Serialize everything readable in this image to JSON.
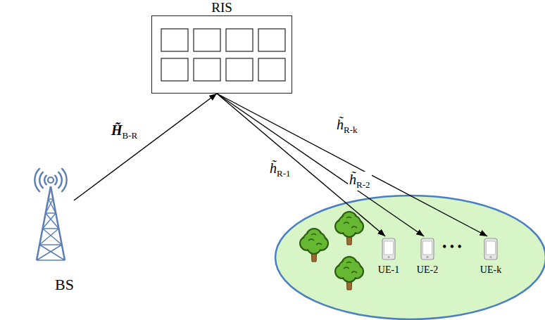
{
  "diagram": {
    "nodes": [
      {
        "text": [
          "RIS"
        ]
      },
      {
        "text": [
          "BS"
        ]
      },
      {
        "text": [
          "UE-1"
        ]
      },
      {
        "text": [
          "UE-2"
        ]
      },
      {
        "text": [
          "UE-k"
        ]
      }
    ],
    "edges": [
      {
        "from": 1,
        "to": 0,
        "arrow": "to",
        "label": "H̃B-R"
      },
      {
        "from": 0,
        "to": 2,
        "arrow": "to",
        "label": "h̃R-1"
      },
      {
        "from": 0,
        "to": 3,
        "arrow": "to",
        "label": "h̃R-2"
      },
      {
        "from": 0,
        "to": 4,
        "arrow": "to",
        "label": "h̃R-k"
      }
    ],
    "labels": [
      "• • •"
    ]
  }
}
